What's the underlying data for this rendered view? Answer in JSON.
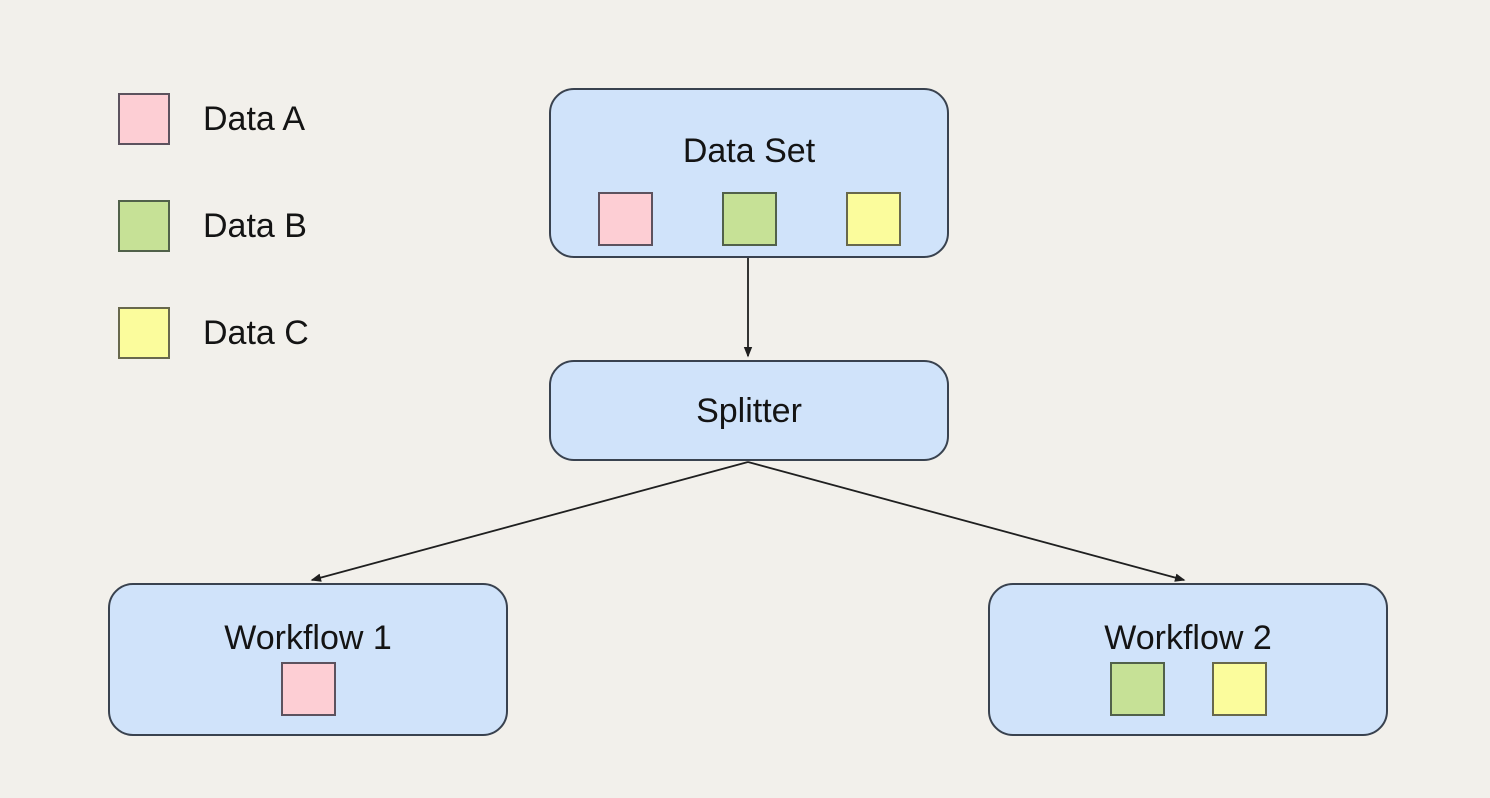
{
  "colors": {
    "background": "#f2f0eb",
    "node_fill": "#d0e3fa",
    "node_border": "#39424f",
    "text": "#141414",
    "edge": "#1f1f1f"
  },
  "legend": {
    "items": [
      {
        "label": "Data A",
        "color": "#fdced4",
        "border": "#5c525e"
      },
      {
        "label": "Data B",
        "color": "#c6e196",
        "border": "#51614a"
      },
      {
        "label": "Data C",
        "color": "#fbfc9c",
        "border": "#68684c"
      }
    ]
  },
  "nodes": {
    "dataset": {
      "label": "Data Set",
      "contains": [
        "Data A",
        "Data B",
        "Data C"
      ]
    },
    "splitter": {
      "label": "Splitter",
      "contains": []
    },
    "workflow1": {
      "label": "Workflow 1",
      "contains": [
        "Data A"
      ]
    },
    "workflow2": {
      "label": "Workflow 2",
      "contains": [
        "Data B",
        "Data C"
      ]
    }
  },
  "edges": [
    {
      "from": "dataset",
      "to": "splitter"
    },
    {
      "from": "splitter",
      "to": "workflow1"
    },
    {
      "from": "splitter",
      "to": "workflow2"
    }
  ]
}
